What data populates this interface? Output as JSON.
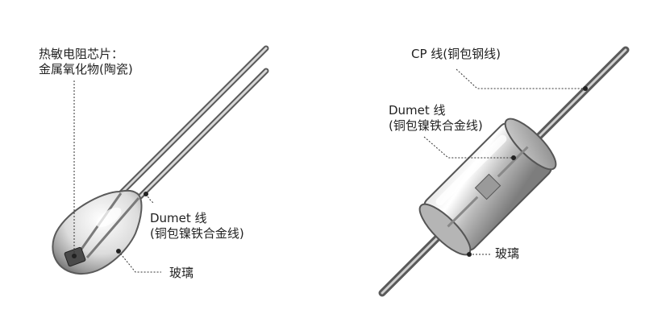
{
  "left": {
    "chip_label": {
      "line1": "热敏电阻芯片：",
      "line2": "金属氧化物(陶瓷)"
    },
    "dumet_label": {
      "line1": "Dumet 线",
      "line2": "(铜包镍铁合金线)"
    },
    "glass_label": "玻璃"
  },
  "right": {
    "cp_label": "CP 线(铜包钢线)",
    "dumet_label": {
      "line1": "Dumet 线",
      "line2": "(铜包镍铁合金线)"
    },
    "glass_label": "玻璃"
  },
  "colors": {
    "text": "#222222",
    "leader": "#333333",
    "wire_dark": "#5a5a5a",
    "wire_light": "#d8d8d8"
  }
}
